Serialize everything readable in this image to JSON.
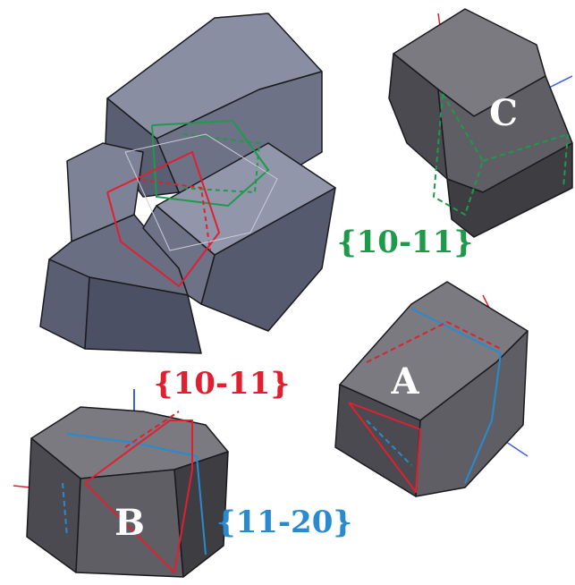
{
  "labels": {
    "crystal_a": "A",
    "crystal_b": "B",
    "crystal_c": "C",
    "plane_green": "{10-11}",
    "plane_red": "{10-11}",
    "plane_blue": "{11-20}"
  },
  "colors": {
    "plane_green": "#1e9a4a",
    "plane_red": "#e02030",
    "plane_blue": "#2a8ad0",
    "face_light": "#7a7a80",
    "face_mid": "#5e5e64",
    "face_dark": "#3d3d42",
    "twin_face_light": "#8a8ea2",
    "twin_face_mid": "#6e7286",
    "twin_face_dark": "#4c5064",
    "edge": "#1a1a1e"
  }
}
